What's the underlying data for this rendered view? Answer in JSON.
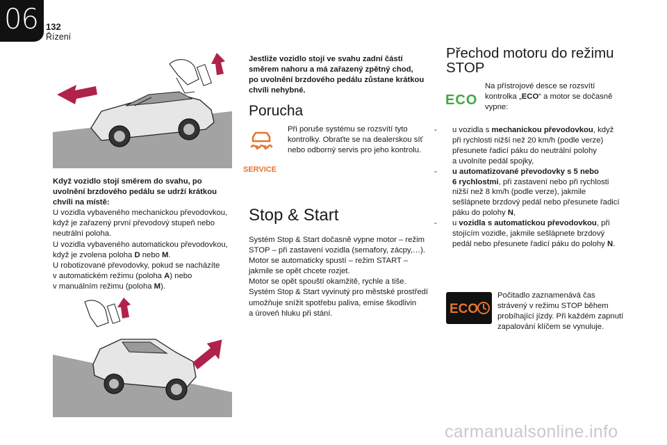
{
  "header": {
    "chapter_number": "06",
    "page_number": "132",
    "section": "Řízení"
  },
  "left_column": {
    "caption_lines": [
      "Když vozidlo stojí směrem do svahu, po",
      "uvolnění brzdového pedálu se udrží krátkou",
      "chvíli na místě:"
    ],
    "body_lines": [
      "U vozidla vybaveného mechanickou převodovkou,",
      "když je zařazený první převodový stupeň nebo",
      "neutrální poloha.",
      "U vozidla vybaveného automatickou převodovkou,",
      "když je zvolena poloha ",
      "U robotizované převodovky, pokud se nacházíte",
      "v automatickém režimu (poloha ",
      "v manuálním režimu (poloha "
    ],
    "pos_d": "D",
    "pos_m": "M",
    "pos_a": "A",
    "word_nebo": " nebo ",
    "end_dot": ".",
    "close_nebo": ") nebo",
    "close_dot": ")."
  },
  "middle_column": {
    "intro_lines": [
      "Jestliže vozidlo stojí ve svahu zadní částí",
      "směrem nahoru a má zařazený zpětný chod,",
      "po uvolnění brzdového pedálu zůstane krátkou",
      "chvíli nehybné."
    ],
    "porucha_heading": "Porucha",
    "porucha_lines": [
      "Při poruše systému se rozsvítí tyto",
      "kontrolky. Obraťte se na dealerskou síť",
      "nebo odborný servis pro jeho kontrolu."
    ],
    "service_label": "SERVICE",
    "stop_start_heading": "Stop & Start",
    "stop_start_lines": [
      "Systém Stop & Start dočasně vypne motor – režim",
      "STOP – při zastavení vozidla (semafory, zácpy,…).",
      "Motor se automaticky spustí – režim START –",
      "jakmile se opět chcete rozjet.",
      "Motor se opět spouští okamžitě, rychle a tiše.",
      "Systém Stop & Start vyvinutý pro městské prostředí",
      "umožňuje snížit spotřebu paliva, emise škodlivin",
      "a úroveň hluku při stání."
    ]
  },
  "right_column": {
    "heading_lines": [
      "Přechod motoru do režimu",
      "STOP"
    ],
    "eco_icon_label": "ECO",
    "eco_lines_1": "Na přístrojové desce se rozsvítí",
    "eco_lines_2a": "kontrolka „",
    "eco_lines_2b": "ECO",
    "eco_lines_2c": "“ a motor se dočasně",
    "eco_lines_3": "vypne:",
    "list": {
      "dash": "-",
      "item1_a": "u vozidla s ",
      "item1_b": "mechanickou převodovkou",
      "item1_c": ", když",
      "item1_lines": [
        "při rychlosti nižší než 20 km/h (podle verze)",
        "přesunete řadicí páku do neutrální polohy",
        "a uvolníte pedál spojky,"
      ],
      "item2_a": "u automatizované převodovky s 5 nebo",
      "item2_b": "6 rychlostmi",
      "item2_c": ", při zastavení nebo při rychlosti",
      "item2_lines": [
        "nižší než 8 km/h (podle verze), jakmile",
        "sešlápnete brzdový pedál nebo přesunete řadicí"
      ],
      "item2_end_a": "páku do polohy ",
      "item2_end_b": "N",
      "item2_end_c": ",",
      "item3_a": "u ",
      "item3_b": "vozidla s automatickou převodovkou",
      "item3_c": ", při",
      "item3_lines": [
        "stojícím vozidle, jakmile sešlápnete brzdový"
      ],
      "item3_end_a": "pedál nebo přesunete řadicí páku do polohy ",
      "item3_end_b": "N",
      "item3_end_c": "."
    },
    "counter_lines": [
      "Počitadlo zaznamenává čas",
      "strávený v režimu STOP během",
      "probíhající jízdy. Při každém zapnutí",
      "zapalování klíčem se vynuluje."
    ]
  },
  "watermark": "carmanualsonline.info",
  "colors": {
    "arrow_red": "#b0224a",
    "service_orange": "#e8742b",
    "eco_green": "#3daa3d",
    "ground_gray": "#a0a0a0"
  }
}
